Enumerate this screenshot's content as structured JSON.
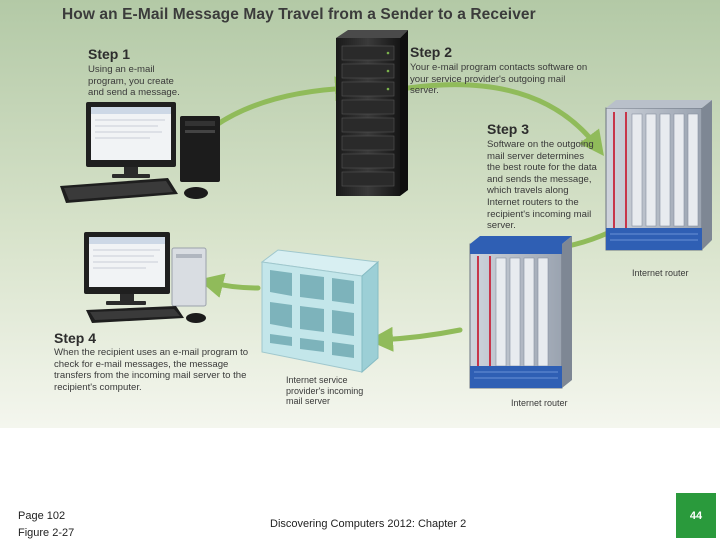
{
  "diagram": {
    "title": "How an E-Mail Message May Travel from a Sender to a Receiver",
    "steps": [
      {
        "id": "step-1",
        "title": "Step 1",
        "text": "Using an e-mail program, you create and send a message."
      },
      {
        "id": "step-2",
        "title": "Step 2",
        "text": "Your e-mail program contacts software on your service provider's outgoing mail server."
      },
      {
        "id": "step-3",
        "title": "Step 3",
        "text": "Software on the outgoing mail server determines the best route for the data and sends the message, which travels along Internet routers to the recipient's incoming mail server."
      },
      {
        "id": "step-4",
        "title": "Step 4",
        "text": "When the recipient uses an e-mail program to check for e-mail messages, the message transfers from the incoming mail server to the recipient's computer."
      }
    ],
    "captions": {
      "router_top": "Internet router",
      "router_bottom": "Internet router",
      "incoming_server": "Internet service provider's incoming mail server"
    },
    "colors": {
      "background_top": "#b7ccaa",
      "background_bottom": "#f3f5ec",
      "arrow": "#90bb5a",
      "router_blue": "#2f5fb4",
      "router_red": "#c7354a",
      "mailbox": "#c3e6ea"
    }
  },
  "footer": {
    "page_label": "Page 102",
    "figure_label": "Figure 2-27",
    "course_label": "Discovering Computers 2012: Chapter 2",
    "page_number": "44",
    "badge_color": "#2a9a3c"
  }
}
